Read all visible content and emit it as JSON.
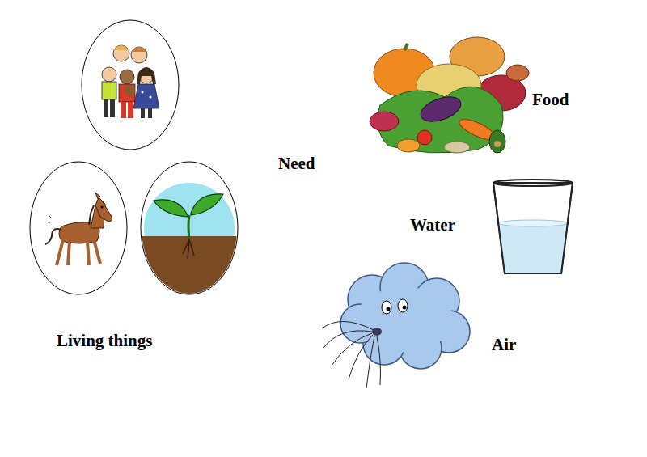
{
  "diagram": {
    "labels": [
      "Food",
      "Need",
      "Water",
      "Living things",
      "Air"
    ]
  }
}
